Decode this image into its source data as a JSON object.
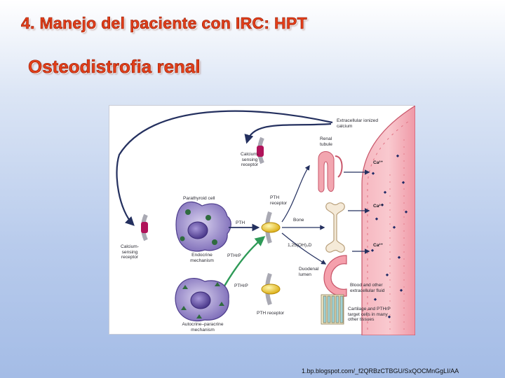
{
  "slide": {
    "title": "4. Manejo del paciente con IRC: HPT",
    "subtitle": "Osteodistrofia renal",
    "source": "1.bp.blogspot.com/_f2QRBzCTBGU/SxQOCMnGgLI/AA"
  },
  "diagram": {
    "labels": {
      "extracellular_calcium": "Extracellular ionized\ncalcium",
      "renal_tubule": "Renal\ntubule",
      "casr_top": "Calcium-\nsensing\nreceptor",
      "casr_left": "Calcium-\nsensing\nreceptor",
      "parathyroid_cell": "Parathyroid cell",
      "pth_receptor_top": "PTH\nreceptor",
      "pth_arrow": "PTH",
      "bone": "Bone",
      "vitd": "1,25(OH)₂D",
      "endocrine": "Endocrine\nmechanism",
      "pthrp_mid": "PTHrP",
      "duodenal_lumen": "Duodenal\nlumen",
      "pthrp_low": "PTHrP",
      "blood_fluid": "Blood and other\nextracellular fluid",
      "autocrine": "Autocrine–paracrine\nmechanism",
      "pth_receptor_bottom": "PTH receptor",
      "cartilage": "Cartilage and PTHrP\ntarget cells in many\nother tissues",
      "ca1": "Ca²⁺",
      "ca2": "Ca²⁺",
      "ca3": "Ca²⁺"
    },
    "colors": {
      "vessel": "#e98f9e",
      "cell": "#6b5aa5",
      "receptor": "#b0135a",
      "pth_receptor": "#f2cf1c",
      "arrow_blue": "#24305f",
      "arrow_green": "#2e9a57"
    }
  }
}
